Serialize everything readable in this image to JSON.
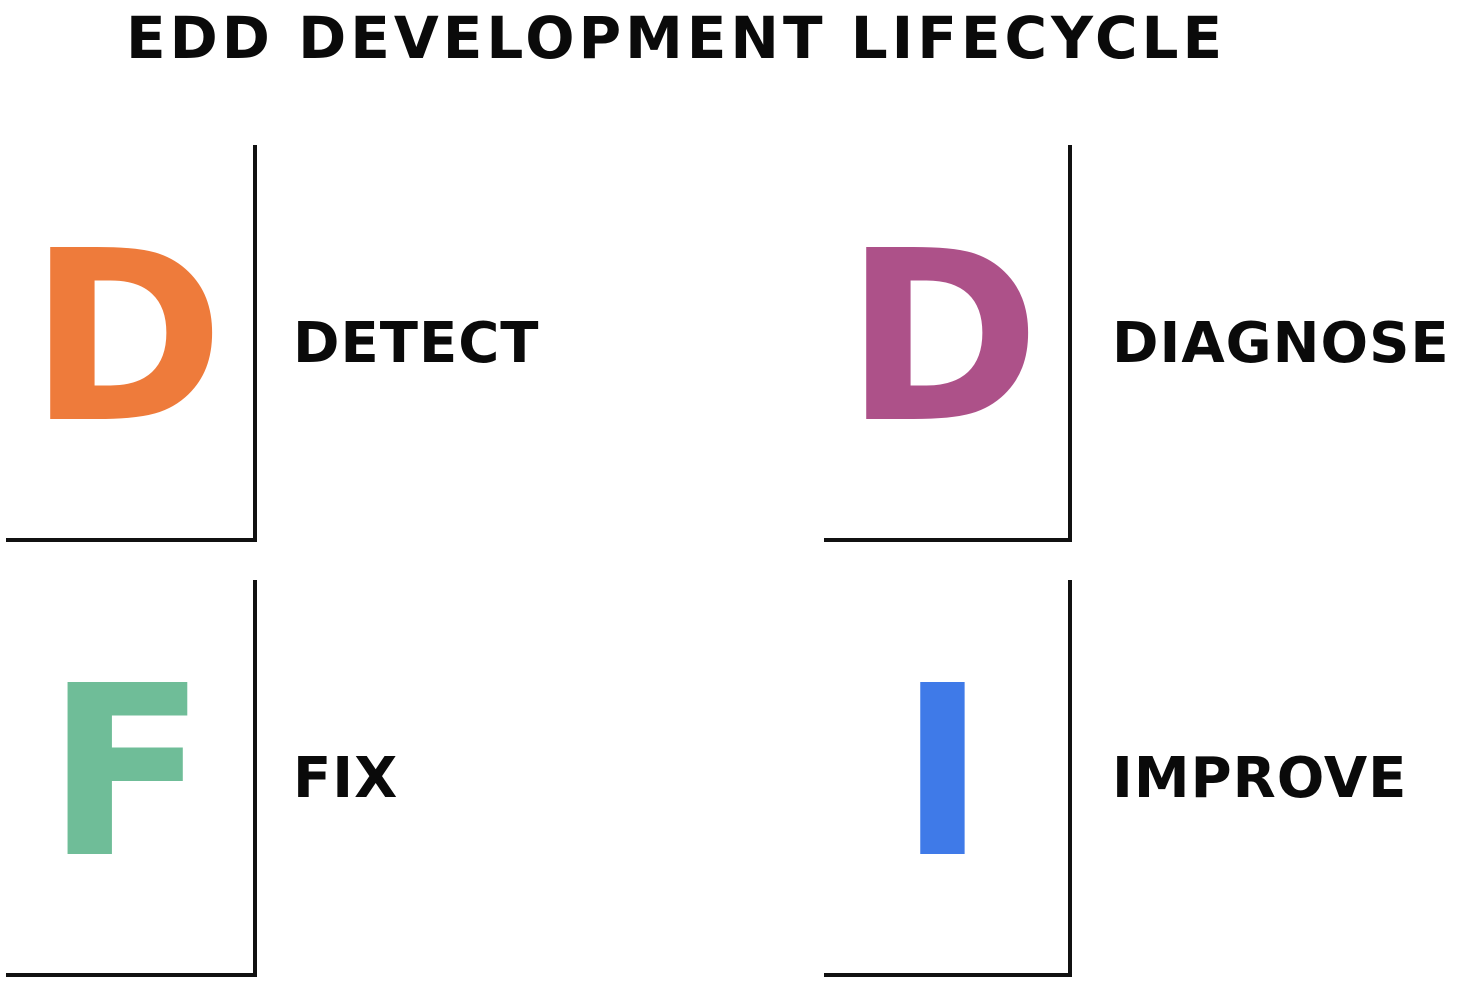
{
  "title": "EDD DEVELOPMENT LIFECYCLE",
  "quadrants": {
    "detect": {
      "letter": "D",
      "label": "DETECT",
      "color": "#EE7B3B"
    },
    "diagnose": {
      "letter": "D",
      "label": "DIAGNOSE",
      "color": "#AD5189"
    },
    "fix": {
      "letter": "F",
      "label": "FIX",
      "color": "#6FBD98"
    },
    "improve": {
      "letter": "I",
      "label": "IMPROVE",
      "color": "#3F7AE8"
    }
  },
  "line_color": "#111111"
}
